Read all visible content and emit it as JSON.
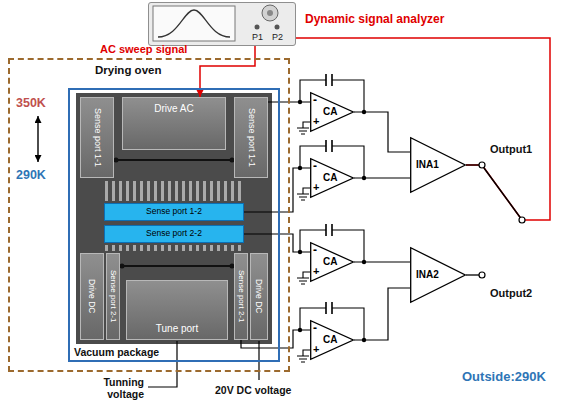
{
  "diagram": {
    "nodes": [
      {
        "text": [
          "Dynamic signal analyzer",
          "P1",
          "P2"
        ]
      },
      {
        "text": [
          "Drying oven"
        ]
      },
      {
        "text": [
          "Vacuum package"
        ],
        "in": 1
      },
      {
        "text": [
          "Drive AC"
        ],
        "in": 2
      },
      {
        "text": [
          "Sense port 1-1"
        ],
        "in": 2
      },
      {
        "text": [
          "Sense port 1-1"
        ],
        "in": 2
      },
      {
        "text": [
          "Sense port 1-2"
        ],
        "in": 2
      },
      {
        "text": [
          "Sense port 2-2"
        ],
        "in": 2
      },
      {
        "text": [
          "Drive DC"
        ],
        "in": 2
      },
      {
        "text": [
          "Sense port 2-1"
        ],
        "in": 2
      },
      {
        "text": [
          "Tune port"
        ],
        "in": 2
      },
      {
        "text": [
          "Sense port 2-1"
        ],
        "in": 2
      },
      {
        "text": [
          "Drive DC"
        ],
        "in": 2
      },
      {
        "text": [
          "-",
          "CA",
          "+"
        ]
      },
      {
        "text": [
          "-",
          "CA",
          "+"
        ]
      },
      {
        "text": [
          "-",
          "CA",
          "+"
        ]
      },
      {
        "text": [
          "-",
          "CA",
          "+"
        ]
      },
      {
        "text": [
          "INA1"
        ]
      },
      {
        "text": [
          "INA2"
        ]
      }
    ],
    "edges": [
      {
        "from": 0,
        "to": 3,
        "arrow": "to",
        "label": "AC sweep signal"
      },
      {
        "from": 5,
        "to": 13,
        "arrow": "none"
      },
      {
        "from": 6,
        "to": 14,
        "arrow": "none"
      },
      {
        "from": 7,
        "to": 15,
        "arrow": "none"
      },
      {
        "from": 11,
        "to": 16,
        "arrow": "none"
      },
      {
        "from": 13,
        "to": 17,
        "arrow": "none"
      },
      {
        "from": 14,
        "to": 17,
        "arrow": "none"
      },
      {
        "from": 15,
        "to": 18,
        "arrow": "none"
      },
      {
        "from": 16,
        "to": 18,
        "arrow": "none"
      },
      {
        "from": 17,
        "to": 0,
        "arrow": "none"
      }
    ],
    "labels": [
      "350K",
      "290K",
      "Tunning voltage",
      "20V DC voltage",
      "Output1",
      "Output2",
      "Outside:290K"
    ]
  }
}
